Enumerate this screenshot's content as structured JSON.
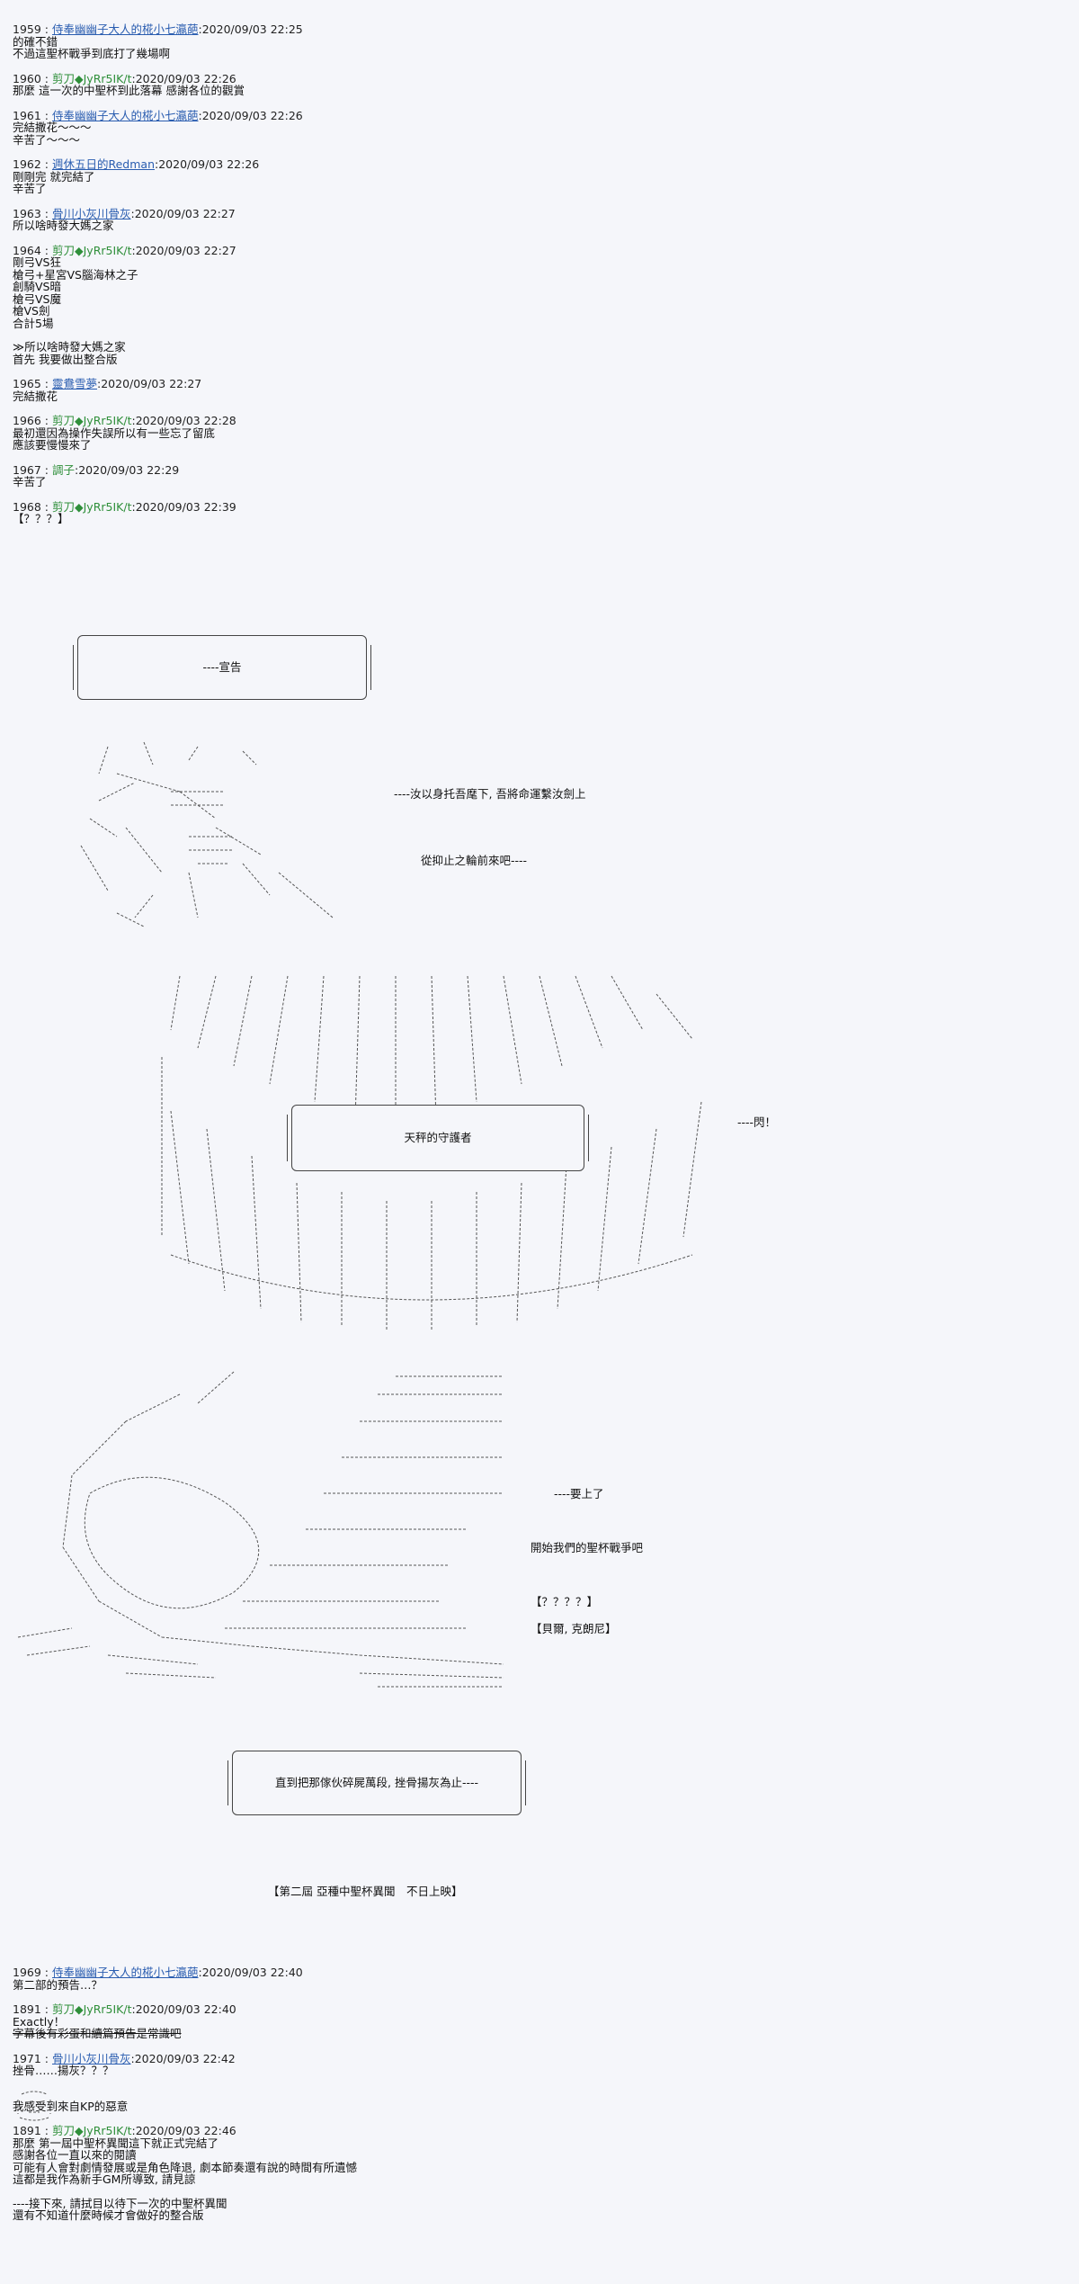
{
  "posts_top": [
    {
      "no": "1959",
      "name": "侍奉幽幽子大人的椛小七瀛葩",
      "link": true,
      "trip": "",
      "time": ":2020/09/03 22:25",
      "lines": [
        "的確不錯",
        "不過這聖杯戰爭到底打了幾場啊"
      ]
    },
    {
      "no": "1960",
      "name": "剪刀",
      "link": false,
      "trip": "◆JyRr5IK/t",
      "time": ":2020/09/03 22:26",
      "lines": [
        "那麼 這一次的中聖杯到此落幕 感謝各位的觀賞"
      ]
    },
    {
      "no": "1961",
      "name": "侍奉幽幽子大人的椛小七瀛葩",
      "link": true,
      "trip": "",
      "time": ":2020/09/03 22:26",
      "lines": [
        "完結撒花～～～",
        "辛苦了～～～"
      ]
    },
    {
      "no": "1962",
      "name": "週休五日的Redman",
      "link": true,
      "trip": "",
      "time": ":2020/09/03 22:26",
      "lines": [
        "剛剛完 就完結了",
        "辛苦了"
      ]
    },
    {
      "no": "1963",
      "name": "骨川小灰川骨灰",
      "link": true,
      "trip": "",
      "time": ":2020/09/03 22:27",
      "lines": [
        "所以啥時發大媽之家"
      ]
    },
    {
      "no": "1964",
      "name": "剪刀",
      "link": false,
      "trip": "◆JyRr5IK/t",
      "time": ":2020/09/03 22:27",
      "lines": [
        "剛弓VS狂",
        "槍弓+星宮VS腦海林之子",
        "創騎VS暗",
        "槍弓VS魔",
        "槍VS劍",
        "合計5場",
        "",
        "≫所以啥時發大媽之家",
        "首先 我要做出整合版"
      ]
    },
    {
      "no": "1965",
      "name": "靈鴦雪夢",
      "link": true,
      "trip": "",
      "time": ":2020/09/03 22:27",
      "lines": [
        "完結撒花"
      ]
    },
    {
      "no": "1966",
      "name": "剪刀",
      "link": false,
      "trip": "◆JyRr5IK/t",
      "time": ":2020/09/03 22:28",
      "lines": [
        "最初還因為操作失誤所以有一些忘了留底",
        "應該要慢慢來了"
      ]
    },
    {
      "no": "1967",
      "name": "調子",
      "link": false,
      "trip": "",
      "time": ":2020/09/03 22:29",
      "lines": [
        "辛苦了"
      ]
    },
    {
      "no": "1968",
      "name": "剪刀",
      "link": false,
      "trip": "◆JyRr5IK/t",
      "time": ":2020/09/03 22:39",
      "lines": [
        "【？？？】"
      ]
    }
  ],
  "art_text": {
    "proclaim": "----宣告",
    "line1": "----汝以身托吾麾下, 吾將命運繫汝劍上",
    "line2": "從抑止之輪前來吧----",
    "guardian": "天秤的守護者",
    "flash": "----閃！",
    "go": "----要上了",
    "start": "開始我們的聖杯戰爭吧",
    "unknown": "【？？？？】",
    "bellamy": "【貝爾, 克朗尼】",
    "crush": "直到把那傢伙碎屍萬段, 挫骨揚灰為止----",
    "next_title": "【第二屆 亞種中聖杯異聞　不日上映】"
  },
  "posts_bottom": [
    {
      "no": "1969",
      "name": "侍奉幽幽子大人的椛小七瀛葩",
      "link": true,
      "trip": "",
      "time": ":2020/09/03 22:40",
      "lines": [
        "第二部的預告…？"
      ]
    },
    {
      "no": "1891",
      "name": "剪刀",
      "link": false,
      "trip": "◆JyRr5IK/t",
      "time": ":2020/09/03 22:40",
      "lines": [
        "Exactly！",
        "字幕後有彩蛋和續篇預告是常識吧"
      ]
    },
    {
      "no": "1971",
      "name": "骨川小灰川骨灰",
      "link": true,
      "trip": "",
      "time": ":2020/09/03 22:42",
      "lines": [
        "挫骨……揚灰？？？",
        "",
        "",
        "我感受到來自KP的惡意"
      ]
    },
    {
      "no": "1891",
      "name": "剪刀",
      "link": false,
      "trip": "◆JyRr5IK/t",
      "time": ":2020/09/03 22:46",
      "lines": [
        "那麼 第一屆中聖杯異聞這下就正式完結了",
        "感謝各位一直以來的閱讀",
        "可能有人會對劇情發展或是角色降退, 劇本節奏還有說的時間有所遺憾",
        "這都是我作為新手GM所導致, 請見諒",
        "",
        "----接下來, 請拭目以待下一次的中聖杯異聞",
        "還有不知道什麼時候才會做好的整合版"
      ]
    }
  ]
}
